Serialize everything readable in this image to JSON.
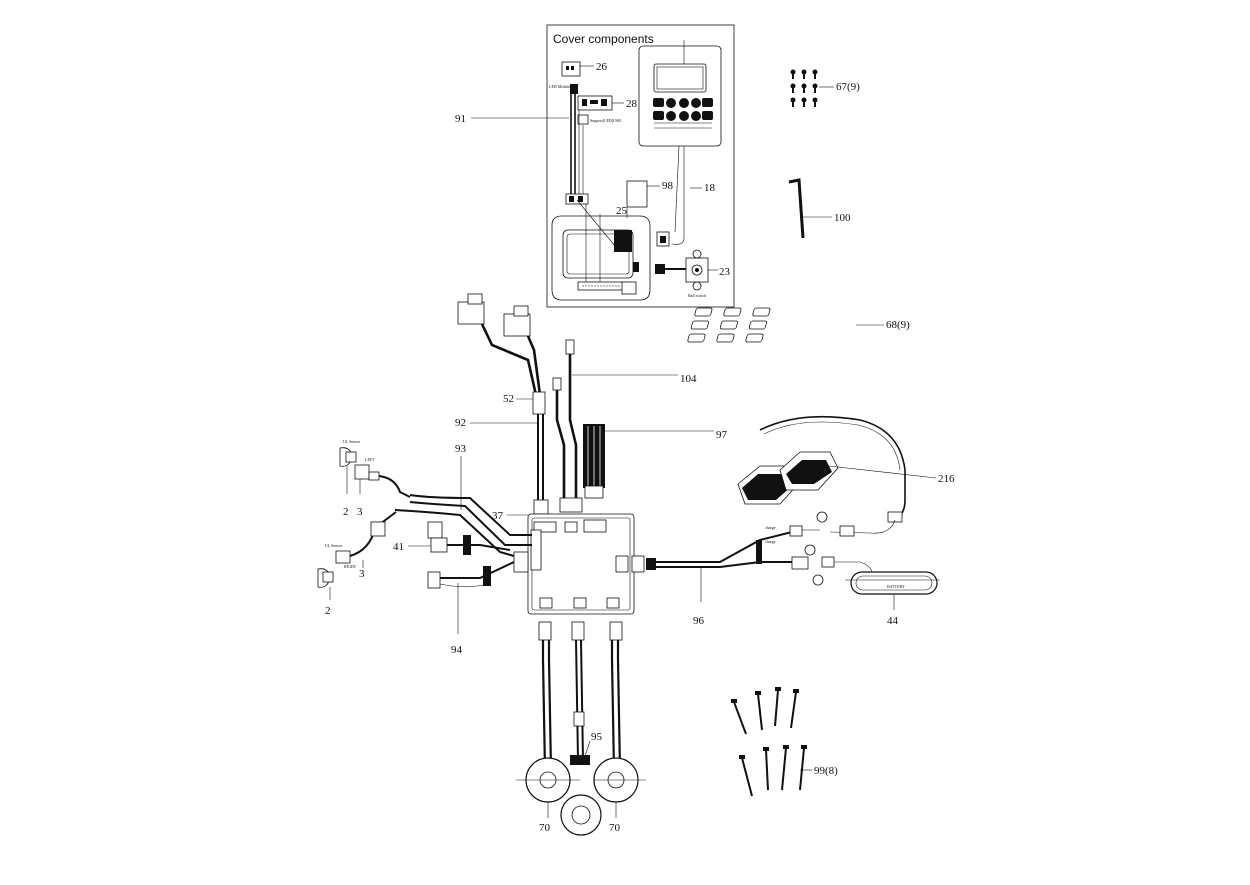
{
  "panel": {
    "title": "Cover components"
  },
  "texts": {
    "lcd_module_label": "LED Module",
    "support_label": "Support(LED)USB",
    "ball_switch_label": "Ball switch",
    "battery_label": "BATTERY",
    "charge_label_a": "charge",
    "charge_label_b": "charge",
    "ul_sensor_left": "UL Sensor",
    "left_label": "LEFT",
    "ul_sensor_right": "UL Sensor",
    "right_label": "RIGHT"
  },
  "callouts": {
    "c26": "26",
    "c28": "28",
    "c91": "91",
    "c98": "98",
    "c18": "18",
    "c25": "25",
    "c23": "23",
    "c67": "67(9)",
    "c100": "100",
    "c68": "68(9)",
    "c104": "104",
    "c52": "52",
    "c92": "92",
    "c97": "97",
    "c93": "93",
    "c216": "216",
    "c37": "37",
    "c41": "41",
    "c2a": "2",
    "c3a": "3",
    "c3b": "3",
    "c2b": "2",
    "c94": "94",
    "c96": "96",
    "c44": "44",
    "c95": "95",
    "c70a": "70",
    "c70b": "70",
    "c99": "99(8)"
  }
}
